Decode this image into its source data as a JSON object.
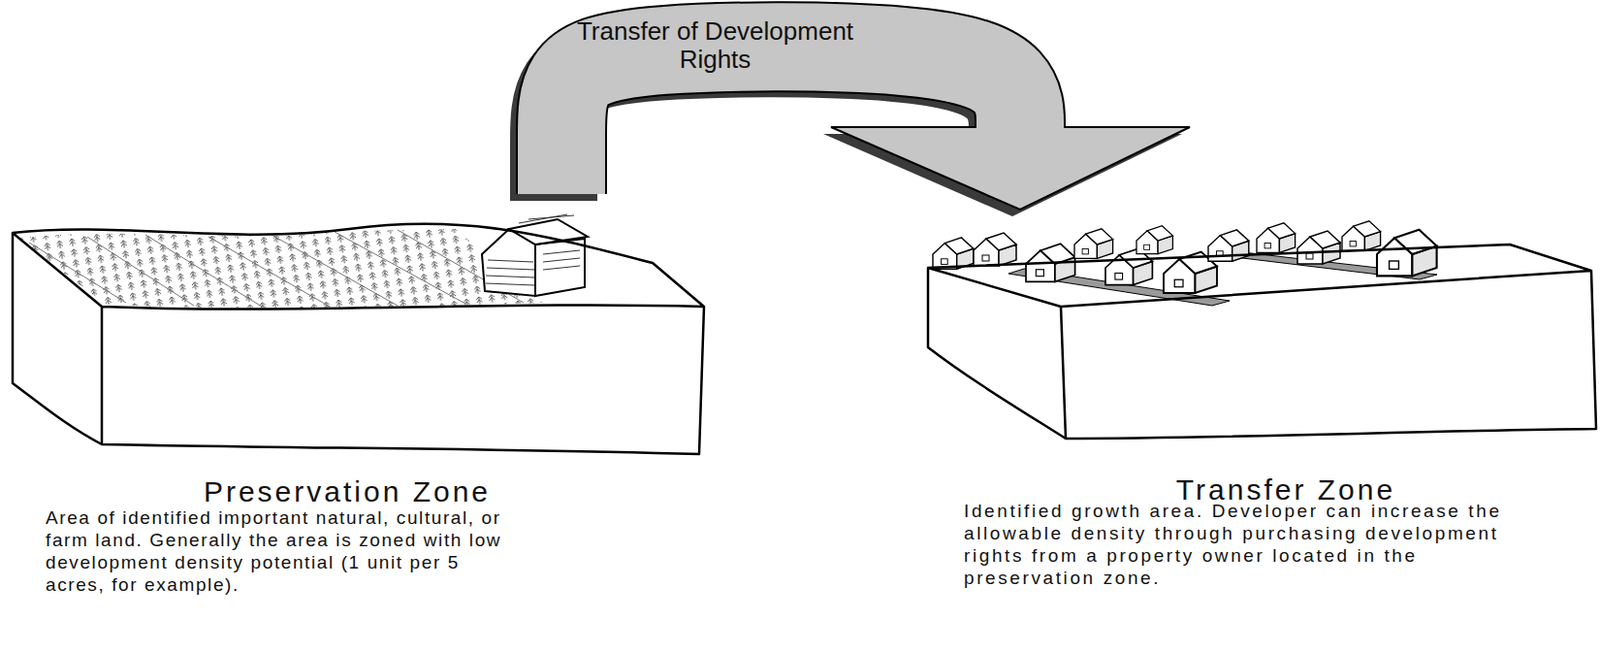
{
  "diagram": {
    "nodes": [
      {
        "text": [
          "Preservation Zone",
          "Area of identified important natural, cultural, or farm land. Generally the area is zoned with low development density potential (1 unit per 5 acres, for example)."
        ]
      },
      {
        "text": [
          "Transfer Zone",
          "Identified growth area. Developer can increase the allowable density through purchasing development rights from a property owner located in the preservation zone."
        ]
      }
    ],
    "edges": [
      {
        "from": 0,
        "to": 1,
        "arrow": "to",
        "label": "Transfer of Development Rights"
      }
    ]
  }
}
